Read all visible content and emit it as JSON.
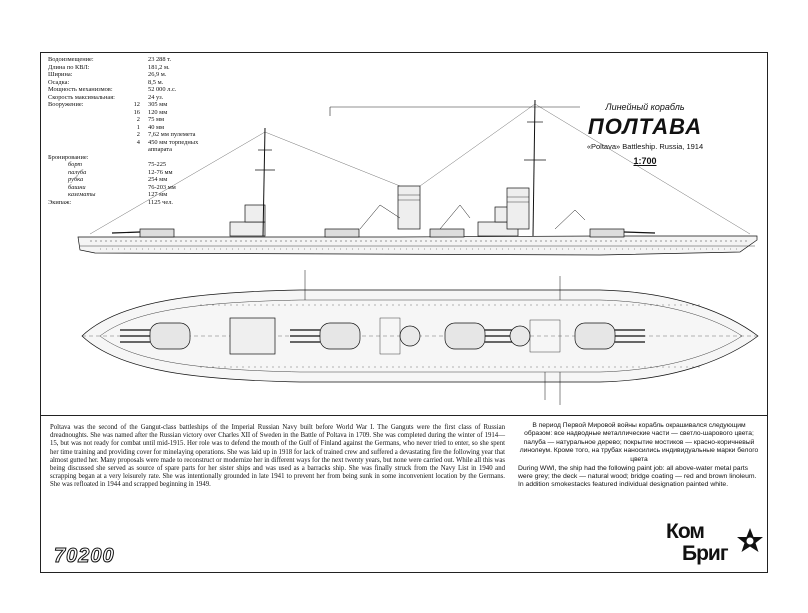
{
  "specs": {
    "rows": [
      {
        "label": "Водоизмещение:",
        "qty": "",
        "value": "23 288 т."
      },
      {
        "label": "Длина по КВЛ:",
        "qty": "",
        "value": "181,2 м."
      },
      {
        "label": "Ширина:",
        "qty": "",
        "value": "26,9 м."
      },
      {
        "label": "Осадка:",
        "qty": "",
        "value": "8,5 м."
      },
      {
        "label": "Мощность механизмов:",
        "qty": "",
        "value": "52 000 л.с."
      },
      {
        "label": "Скорость максимальная:",
        "qty": "",
        "value": "24 уз."
      },
      {
        "label": "Вооружение:",
        "qty": "12",
        "value": "305 мм"
      },
      {
        "label": "",
        "qty": "16",
        "value": "120 мм"
      },
      {
        "label": "",
        "qty": "2",
        "value": "75 мм"
      },
      {
        "label": "",
        "qty": "1",
        "value": "40 мм"
      },
      {
        "label": "",
        "qty": "2",
        "value": "7,62 мм пулемета"
      },
      {
        "label": "",
        "qty": "4",
        "value": "450 мм торпедных"
      },
      {
        "label": "",
        "qty": "",
        "value": "аппарата"
      }
    ],
    "armor_heading": "Бронирование:",
    "armor": [
      {
        "label": "борт",
        "value": "75-225"
      },
      {
        "label": "палуба",
        "value": "12-76 мм"
      },
      {
        "label": "рубка",
        "value": "254 мм"
      },
      {
        "label": "башни",
        "value": "76-203 мм"
      },
      {
        "label": "казематы",
        "value": "127 мм"
      }
    ],
    "crew_label": "Экипаж:",
    "crew_value": "1125 чел."
  },
  "title": {
    "ru_subtitle": "Линейный корабль",
    "name": "ПОЛТАВА",
    "en_line": "«Poltava» Battleship. Russia, 1914",
    "scale": "1:700"
  },
  "description_en": "Poltava was the second of the Gangut-class battleships of the Imperial Russian Navy built before World War I. The Ganguts were the first class of Russian dreadnoughts. She was named after the Russian victory over Charles XII of Sweden in the Battle of Poltava in 1709. She was completed during the winter of 1914—15, but was not ready for combat until mid-1915. Her role was to defend the mouth of the Gulf of Finland against the Germans, who never tried to enter, so she spent her time training and providing cover for minelaying operations. She was laid up in 1918 for lack of trained crew and suffered a devastating fire the following year that almost gutted her. Many proposals were made to reconstruct or modernize her in different ways for the next twenty years, but none were carried out. While all this was being discussed she served as source of spare parts for her sister ships and was used as a barracks ship. She was finally struck from the Navy List in 1940 and scrapping began at a very leisurely rate. She was intentionally grounded in late 1941 to prevent her from being sunk in some inconvenient location by the Germans. She was refloated in 1944 and scrapped beginning in 1949.",
  "description_ru": "В период Первой Мировой войны корабль окрашивался следующим образом: все надводные металлические части — светло-шарового цвета; палуба — натуральное дерево; покрытие мостиков — красно-коричневый линолеум. Кроме того, на трубах наносились индивидуальные марки белого цвета",
  "description_paint_en": "During WWI, the ship had the following paint job: all above-water metal parts were grey; the deck — natural wood; bridge coating — red and brown linoleum. In addition smokestacks featured individual designation painted white.",
  "catalog_number": "70200",
  "logo": {
    "line1": "Ком",
    "line2": "Бриг"
  }
}
